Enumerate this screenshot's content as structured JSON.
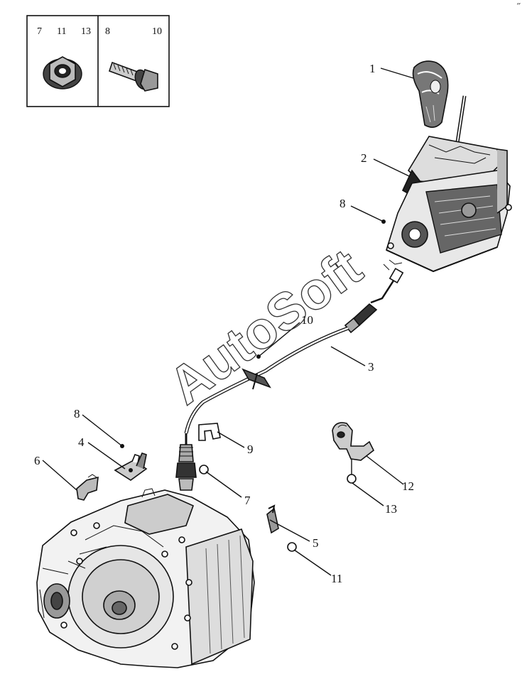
{
  "watermark": "AutoSoft",
  "corner_mark": "˝",
  "fastener_legend": {
    "nut_refs": [
      "7",
      "11",
      "13"
    ],
    "bolt_refs": [
      "8",
      "10"
    ]
  },
  "callouts": [
    "1",
    "2",
    "3",
    "4",
    "5",
    "6",
    "7",
    "8",
    "9",
    "10",
    "11",
    "12",
    "13"
  ],
  "callout_8_lower": "8"
}
